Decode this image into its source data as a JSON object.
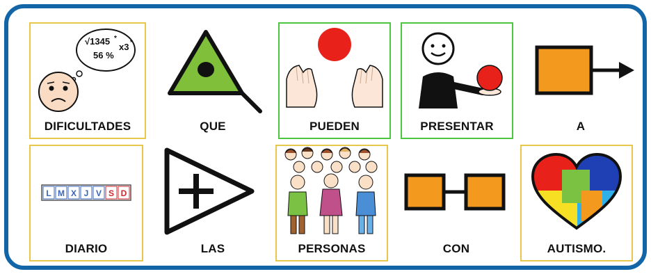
{
  "cards": [
    {
      "label": "DIFICULTADES",
      "border": "yellow",
      "icon": "child-math-thought-icon",
      "thought": {
        "line1": "√1345",
        "line2": "x3",
        "line3": "56 %",
        "star": "*"
      }
    },
    {
      "label": "QUE",
      "border": "none",
      "icon": "triangle-eye-icon"
    },
    {
      "label": "PUEDEN",
      "border": "green",
      "icon": "hands-ball-icon"
    },
    {
      "label": "PRESENTAR",
      "border": "green",
      "icon": "person-offering-ball-icon"
    },
    {
      "label": "A",
      "border": "none",
      "icon": "box-arrow-right-icon"
    },
    {
      "label": "DIARIO",
      "border": "yellow",
      "icon": "weekday-calendar-icon",
      "days": [
        "L",
        "M",
        "X",
        "J",
        "V",
        "S",
        "D"
      ]
    },
    {
      "label": "LAS",
      "border": "none",
      "icon": "triangle-plus-icon"
    },
    {
      "label": "PERSONAS",
      "border": "yellow",
      "icon": "group-of-people-icon"
    },
    {
      "label": "CON",
      "border": "none",
      "icon": "linked-boxes-icon"
    },
    {
      "label": "AUTISMO.",
      "border": "yellow",
      "icon": "puzzle-heart-icon"
    }
  ],
  "colors": {
    "frame": "#1266a8",
    "yellow_border": "#e8c84a",
    "green_border": "#4cc640",
    "orange": "#f39a1e",
    "green_fill": "#7fbf3a",
    "red": "#e8221b"
  }
}
